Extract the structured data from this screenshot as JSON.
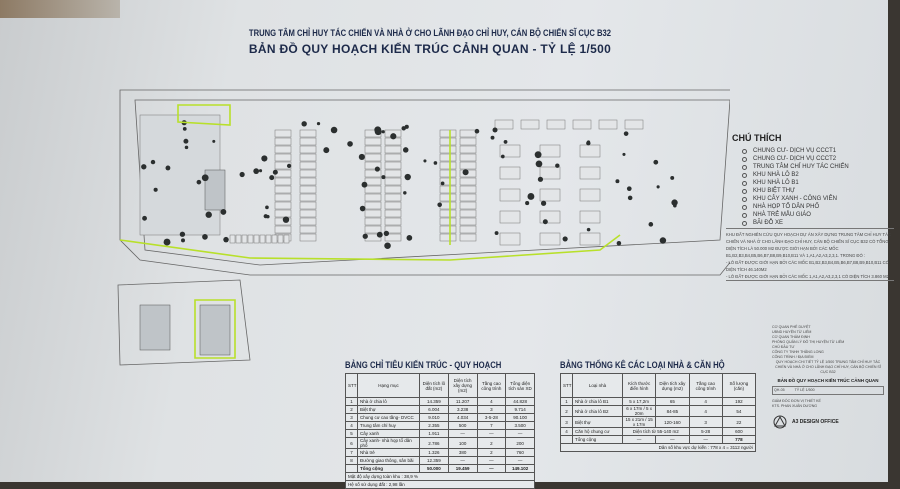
{
  "title": {
    "line1": "TRUNG TÂM CHỈ HUY TÁC CHIẾN VÀ NHÀ Ở CHO LÃNH ĐẠO CHỈ HUY, CÁN BỘ CHIẾN SĨ CỤC B32",
    "line2": "BẢN ĐỒ QUY HOẠCH KIẾN TRÚC CẢNH QUAN - TỶ LỆ 1/500"
  },
  "legend": {
    "title": "CHÚ THÍCH",
    "items": [
      "CHUNG CƯ- DỊCH VỤ CCCT1",
      "CHUNG CƯ- DỊCH VỤ CCCT2",
      "TRUNG TÂM CHỈ HUY TÁC CHIẾN",
      "KHU NHÀ LÔ B2",
      "KHU NHÀ LÔ B1",
      "KHU BIỆT THỰ",
      "KHU CÂY XANH - CÔNG VIÊN",
      "NHÀ HỌP TỔ DÂN PHỐ",
      "NHÀ TRẺ MẪU GIÁO",
      "BÃI ĐỖ XE"
    ]
  },
  "notes": [
    "KHU ĐẤT NGHIÊN CỨU QUY HOẠCH DỰ ÁN XÂY DỰNG TRUNG TÂM CHỈ HUY TÁC CHIẾN VÀ NHÀ Ở CHO LÃNH ĐẠO CHỈ HUY, CÁN BỘ CHIẾN SĨ CỤC B32 CÓ TỔNG DIỆN TÍCH LÀ 50.000 M2 ĐƯỢC GIỚI HẠN BỞI CÁC MỐC B1,B2,B3,B4,B5,B6,B7,B8,B9,B10,B11 VÀ 1,A1,A2,A3,2,3,1. TRONG ĐÓ :",
    "- LÔ ĐẤT ĐƯỢC GIỚI HẠN BỞI CÁC MỐC B1,B2,B3,B4,B5,B6,B7,B8,B9,B10,B11 CÓ DIỆN TÍCH 46.140M2",
    "- LÔ ĐẤT ĐƯỢC GIỚI HẠN BỞI CÁC MỐC 1,A1,A2,A3,2,3,1 CÓ DIỆN TÍCH 3.860 M2"
  ],
  "table1": {
    "title": "BẢNG CHỈ TIÊU KIẾN TRÚC - QUY HOẠCH",
    "headers": [
      "STT",
      "Hạng mục",
      "Diện tích lô đất (m2)",
      "Diện tích xây dựng (m2)",
      "Tầng cao công trình",
      "Tổng diện tích sàn XD"
    ],
    "rows": [
      [
        "1",
        "Nhà ở chia lô",
        "14.359",
        "11.207",
        "4",
        "44.828"
      ],
      [
        "2",
        "Biệt thự",
        "6.004",
        "3.238",
        "3",
        "9.714"
      ],
      [
        "3",
        "Chung cư cao tầng- DVCC",
        "9.010",
        "4.034",
        "3-5-28",
        "90.100"
      ],
      [
        "4",
        "Trung tâm chỉ huy",
        "2.355",
        "500",
        "7",
        "3.500"
      ],
      [
        "5",
        "Cây xanh",
        "1.911",
        "—",
        "—",
        "—"
      ],
      [
        "6",
        "Cây xanh- nhà họp tổ dân phố",
        "2.786",
        "100",
        "2",
        "200"
      ],
      [
        "7",
        "Nhà trẻ",
        "1.326",
        "380",
        "2",
        "760"
      ],
      [
        "8",
        "Đường giao thông, sân bãi",
        "12.359",
        "—",
        "—",
        "—"
      ]
    ],
    "total": [
      "Tổng cộng",
      "50.000",
      "19.459",
      "—",
      "149.102"
    ],
    "density": "Mật độ xây dựng toàn khu : 38,9 %",
    "far": "Hệ số sử dụng đất : 2,98 lần"
  },
  "table2": {
    "title": "BẢNG THỐNG KÊ CÁC LOẠI NHÀ & CĂN HỘ",
    "headers": [
      "STT",
      "Loại nhà",
      "Kích thước điển hình",
      "Diện tích xây dựng (m2)",
      "Tầng cao công trình",
      "Số lượng (căn)"
    ],
    "rows": [
      [
        "1",
        "Nhà ở chia lô B1",
        "5 x 17,2m",
        "65",
        "4",
        "192"
      ],
      [
        "2",
        "Nhà ở chia lô B2",
        "6 x 17m / 5 x 20m",
        "84-85",
        "4",
        "54"
      ],
      [
        "3",
        "Biệt thự",
        "15 x 21m / 15 x 17m",
        "120-160",
        "3",
        "22"
      ]
    ],
    "row4": [
      "4",
      "Căn hộ chung cư",
      "Diện tích từ 55-140 m2",
      "5-28",
      "600"
    ],
    "total": [
      "Tổng cộng",
      "—",
      "—",
      "—",
      "778"
    ],
    "population": "Dân số khu vực dự kiến : 778 x 4 = 3112 người"
  },
  "titleblock": {
    "approver": "CƠ QUAN PHÊ DUYỆT",
    "approver_name": "UBND HUYỆN TỪ LIÊM",
    "appraiser": "CƠ QUAN THẨM ĐỊNH",
    "appraiser_name": "PHÒNG QUẢN LÝ ĐÔ THỊ HUYỆN TỪ LIÊM",
    "owner": "CHỦ ĐẦU TƯ",
    "owner_name": "CÔNG TY TNHH THĂNG LONG",
    "project": "CÔNG TRÌNH / ĐỊA ĐIỂM",
    "project_name": "QUY HOẠCH CHI TIẾT TỶ LỆ 1/500 TRUNG TÂM CHỈ HUY TÁC CHIẾN VÀ NHÀ Ở CHO LÃNH ĐẠO CHỈ HUY, CÁN BỘ CHIẾN SĨ CỤC B32",
    "drawing": "BẢN ĐỒ QUY HOẠCH KIẾN TRÚC CẢNH QUAN",
    "code": "QH-05",
    "scale": "TỶ LỆ 1/500",
    "director": "GIÁM ĐỐC ĐƠN VỊ THIẾT KẾ",
    "director_name": "KTS. PHAN XUÂN DƯƠNG",
    "company": "A3 DESIGN OFFICE"
  },
  "colors": {
    "ink": "#1d2a4a",
    "green": "#b8e02a",
    "lot": "#e88a8a"
  }
}
